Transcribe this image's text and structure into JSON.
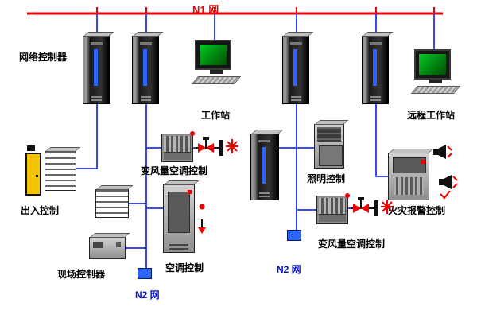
{
  "labels": {
    "n1": "N1 网",
    "n2_left": "N2 网",
    "n2_right": "N2 网",
    "network_controller": "网络控制器",
    "workstation": "工作站",
    "remote_workstation": "远程工作站",
    "access_control": "出入控制",
    "field_controller": "现场控制器",
    "vav_left": "变风量空调控制",
    "ac_control": "空调控制",
    "lighting": "照明控制",
    "vav_right": "变风量空调控制",
    "fire_alarm": "火灾报警控制"
  },
  "colors": {
    "n1_line": "#ee0000",
    "wire": "#2233ee",
    "n2_text": "#0011cc",
    "node": "#2e64fe",
    "screen": "#00cc22"
  }
}
